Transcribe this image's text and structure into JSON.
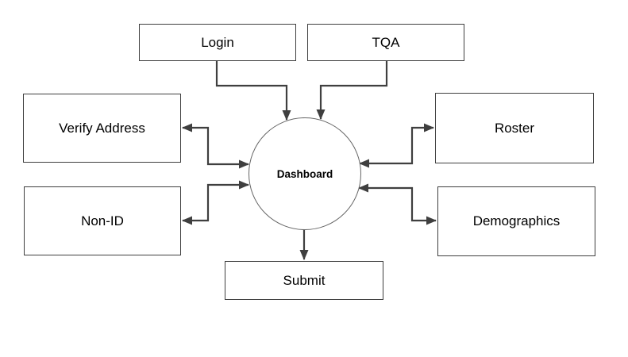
{
  "diagram": {
    "type": "flow-diagram",
    "background_color": "#ffffff",
    "line_color": "#3f3f3f",
    "box_border_color": "#3f3f3f",
    "circle_border_color": "#666666",
    "text_color": "#000000",
    "nodes": {
      "login": {
        "label": "Login",
        "shape": "rectangle"
      },
      "tqa": {
        "label": "TQA",
        "shape": "rectangle"
      },
      "verify_address": {
        "label": "Verify Address",
        "shape": "rectangle"
      },
      "non_id": {
        "label": "Non-ID",
        "shape": "rectangle"
      },
      "roster": {
        "label": "Roster",
        "shape": "rectangle"
      },
      "demographics": {
        "label": "Demographics",
        "shape": "rectangle"
      },
      "dashboard": {
        "label": "Dashboard",
        "shape": "circle"
      },
      "submit": {
        "label": "Submit",
        "shape": "rectangle"
      }
    },
    "edges": [
      {
        "from": "Login",
        "to": "Dashboard",
        "arrows": "one-way"
      },
      {
        "from": "TQA",
        "to": "Dashboard",
        "arrows": "one-way"
      },
      {
        "from": "Verify Address",
        "to": "Dashboard",
        "arrows": "two-way"
      },
      {
        "from": "Non-ID",
        "to": "Dashboard",
        "arrows": "two-way"
      },
      {
        "from": "Roster",
        "to": "Dashboard",
        "arrows": "two-way"
      },
      {
        "from": "Demographics",
        "to": "Dashboard",
        "arrows": "two-way"
      },
      {
        "from": "Dashboard",
        "to": "Submit",
        "arrows": "one-way"
      }
    ]
  }
}
